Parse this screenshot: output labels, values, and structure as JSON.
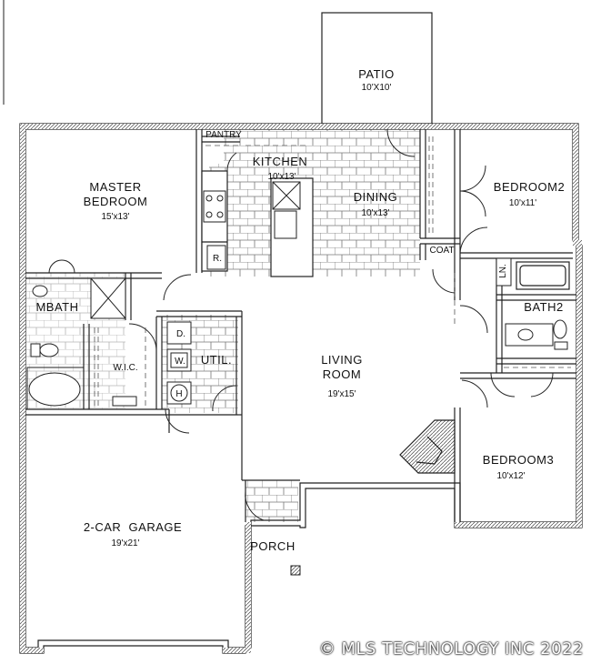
{
  "rooms": {
    "patio": {
      "name": "PATIO",
      "dim": "10'X10'"
    },
    "master": {
      "name1": "MASTER",
      "name2": "BEDROOM",
      "dim": "15'x13'"
    },
    "kitchen": {
      "name": "KITCHEN",
      "dim": "10'x13'"
    },
    "pantry": {
      "name": "PANTRY"
    },
    "dining": {
      "name": "DINING",
      "dim": "10'x13'"
    },
    "bedroom2": {
      "name": "BEDROOM2",
      "dim": "10'x11'"
    },
    "coat": {
      "name": "COAT"
    },
    "linen": {
      "name": "LN."
    },
    "bath2": {
      "name": "BATH2"
    },
    "mbath": {
      "name": "MBATH"
    },
    "wic": {
      "name": "W.I.C."
    },
    "util": {
      "name": "UTIL."
    },
    "living": {
      "name1": "LIVING",
      "name2": "ROOM",
      "dim": "19'x15'"
    },
    "bedroom3": {
      "name": "BEDROOM3",
      "dim": "10'x12'"
    },
    "garage": {
      "name": "2-CAR  GARAGE",
      "dim": "19'x21'"
    },
    "porch": {
      "name": "PORCH"
    }
  },
  "fixtures": {
    "refrigerator": "R.",
    "dryer": "D.",
    "washer": "W.",
    "water_heater": "H"
  },
  "watermark": "© MLS TECHNOLOGY INC 2022"
}
